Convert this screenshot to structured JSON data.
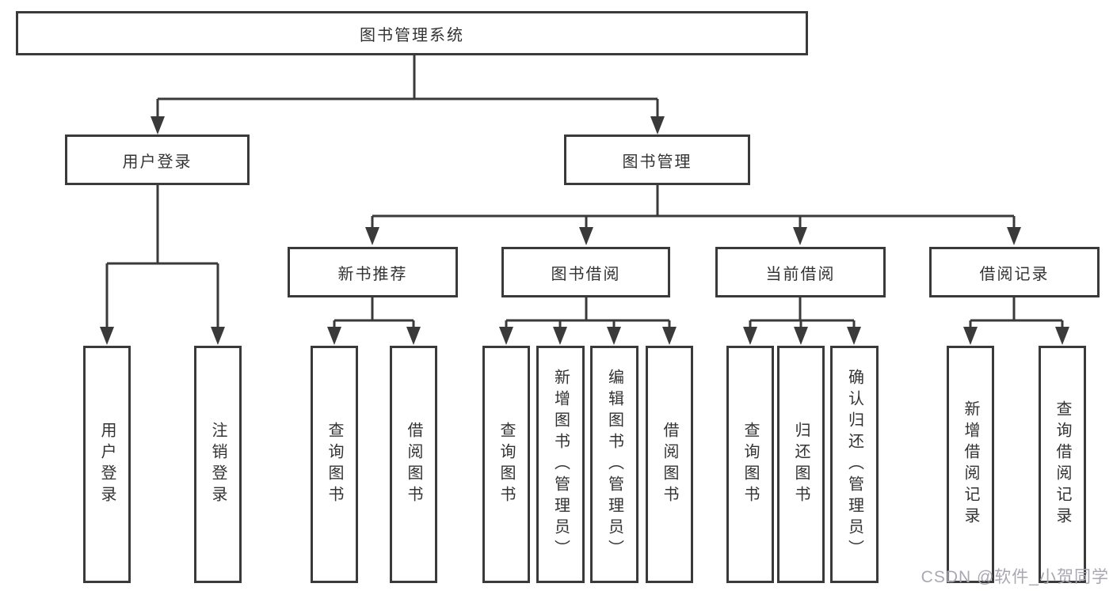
{
  "diagram": {
    "title": "图书管理系统",
    "user_branch": {
      "label": "用户登录",
      "children": [
        {
          "label": "用户登录"
        },
        {
          "label": "注销登录"
        }
      ]
    },
    "book_branch": {
      "label": "图书管理",
      "sections": [
        {
          "label": "新书推荐",
          "children": [
            {
              "label": "查询图书"
            },
            {
              "label": "借阅图书"
            }
          ]
        },
        {
          "label": "图书借阅",
          "children": [
            {
              "label": "查询图书"
            },
            {
              "label": "新增图书（管理员）"
            },
            {
              "label": "编辑图书（管理员）"
            },
            {
              "label": "借阅图书"
            }
          ]
        },
        {
          "label": "当前借阅",
          "children": [
            {
              "label": "查询图书"
            },
            {
              "label": "归还图书"
            },
            {
              "label": "确认归还（管理员）"
            }
          ]
        },
        {
          "label": "借阅记录",
          "children": [
            {
              "label": "新增借阅记录"
            },
            {
              "label": "查询借阅记录"
            }
          ]
        }
      ]
    },
    "watermark": "CSDN @软件_小贺同学",
    "colors": {
      "line": "#3a3a3a",
      "box_border": "#3a3a3a",
      "text": "#333333",
      "watermark": "#a8a8b2",
      "background": "#ffffff"
    }
  }
}
